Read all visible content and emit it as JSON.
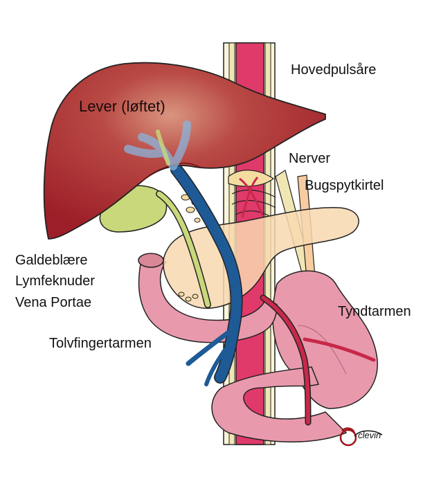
{
  "labels": {
    "liver": "Lever (løftet)",
    "aorta": "Hovedpulsåre",
    "nerves": "Nerver",
    "pancreas": "Bugspytkirtel",
    "gallbladder": "Galdeblære",
    "lymph_nodes": "Lymfeknuder",
    "portal_vein": "Vena Portae",
    "small_intestine": "Tyndtarmen",
    "duodenum": "Tolvfingertarmen"
  },
  "signature": "clevin",
  "colors": {
    "liver": "#a8282e",
    "liver_highlight": "#d27a6a",
    "aorta": "#e03a6a",
    "portal_vein": "#1e5a96",
    "bile_duct": "#c8d87a",
    "pancreas": "#f8d8b0",
    "intestine": "#e89aac",
    "nerve": "#f0e6b4",
    "artery": "#c8284a",
    "vein_light": "#8ab4dc"
  }
}
